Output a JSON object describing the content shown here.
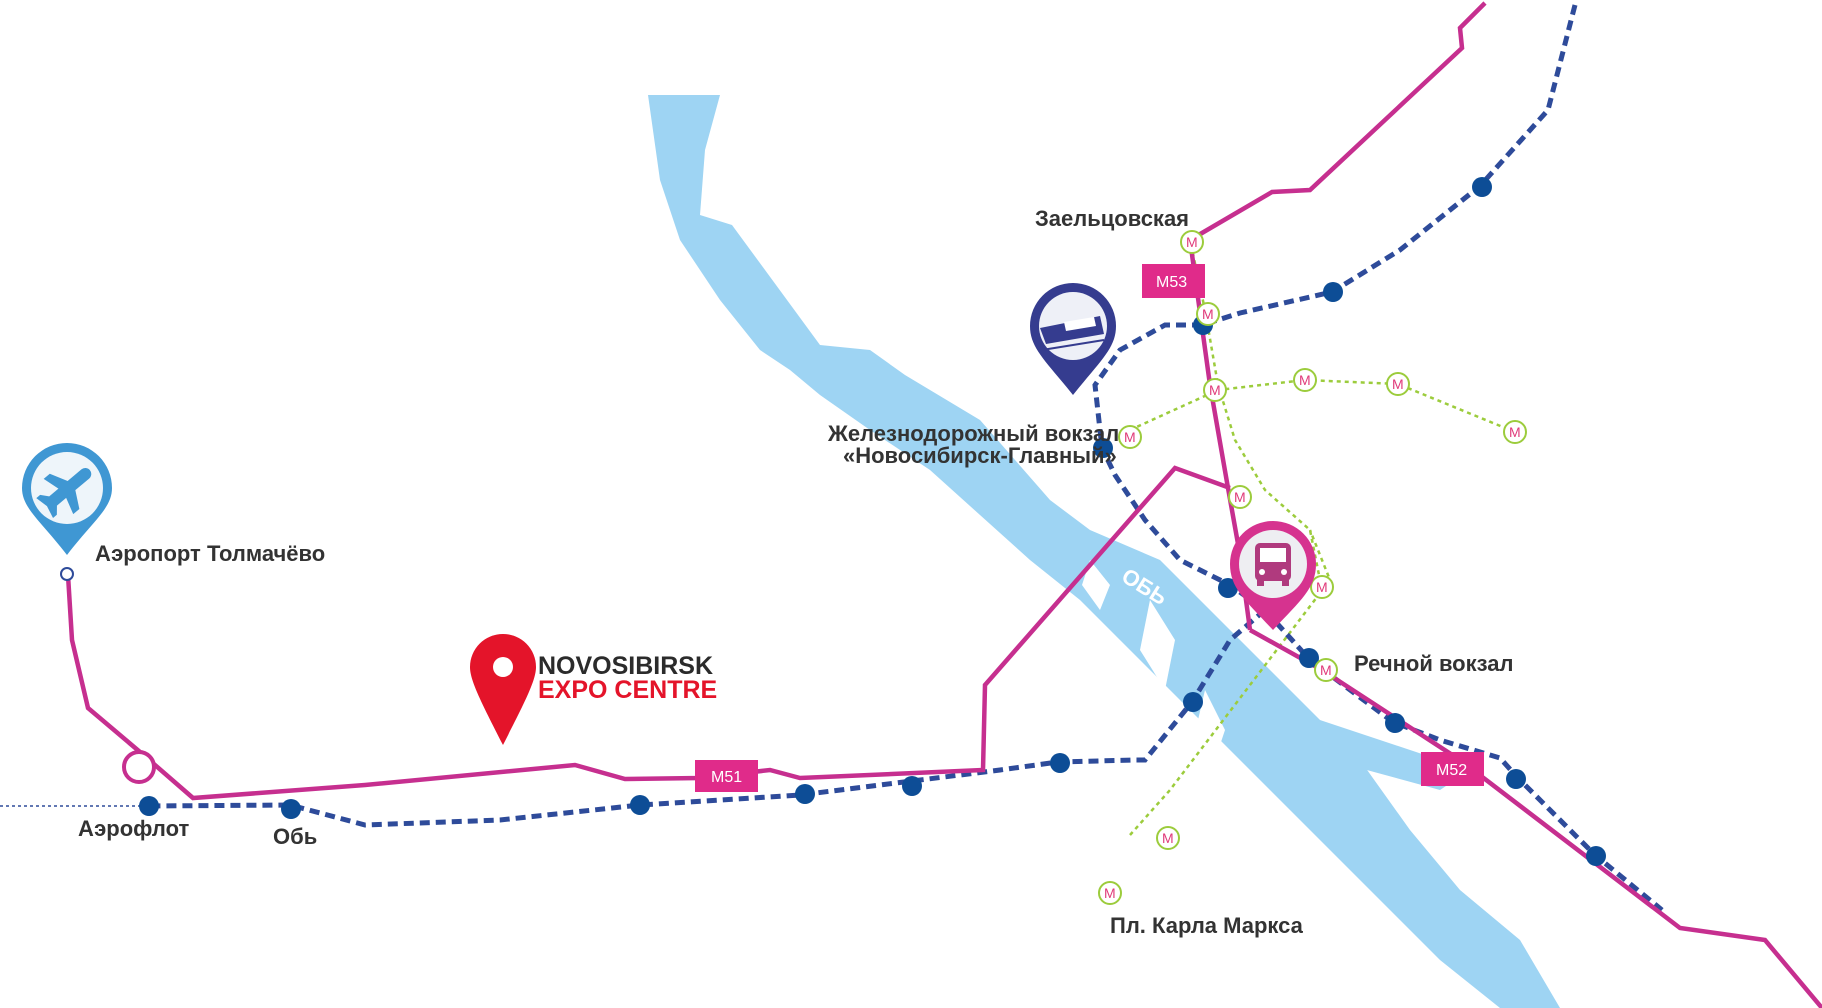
{
  "colors": {
    "highway": "#c62f8f",
    "rail": "#2e4b9a",
    "rail_station": "#0d4d96",
    "metro_line": "#9ccc3c",
    "metro_text": "#e03a7a",
    "river": "#9ed4f3",
    "expo_pin": "#e4142a",
    "airport_pin": "#4aa0d8",
    "station_pin": "#3a3d8f",
    "bus_pin": "#d6338f"
  },
  "river": {
    "name": "ОБЬ"
  },
  "highways": [
    {
      "label": "M53"
    },
    {
      "label": "M51"
    },
    {
      "label": "M52"
    }
  ],
  "metro_symbol": "M",
  "places": {
    "airport": "Аэропорт Толмачёво",
    "aeroflot": "Аэрофлот",
    "ob": "Обь",
    "zaeltsovskaya": "Заельцовская",
    "railway_station_line1": "Железнодорожный вокзал",
    "railway_station_line2": "«Новосибирск-Главный»",
    "river_station": "Речной вокзал",
    "karl_marx": "Пл. Карла Маркса"
  },
  "brand": {
    "line1": "NOVOSIBIRSK",
    "line2": "EXPO CENTRE"
  },
  "icons": {
    "airport": "airplane-icon",
    "railway": "train-icon",
    "bus": "bus-icon",
    "expo": "location-pin-icon"
  }
}
